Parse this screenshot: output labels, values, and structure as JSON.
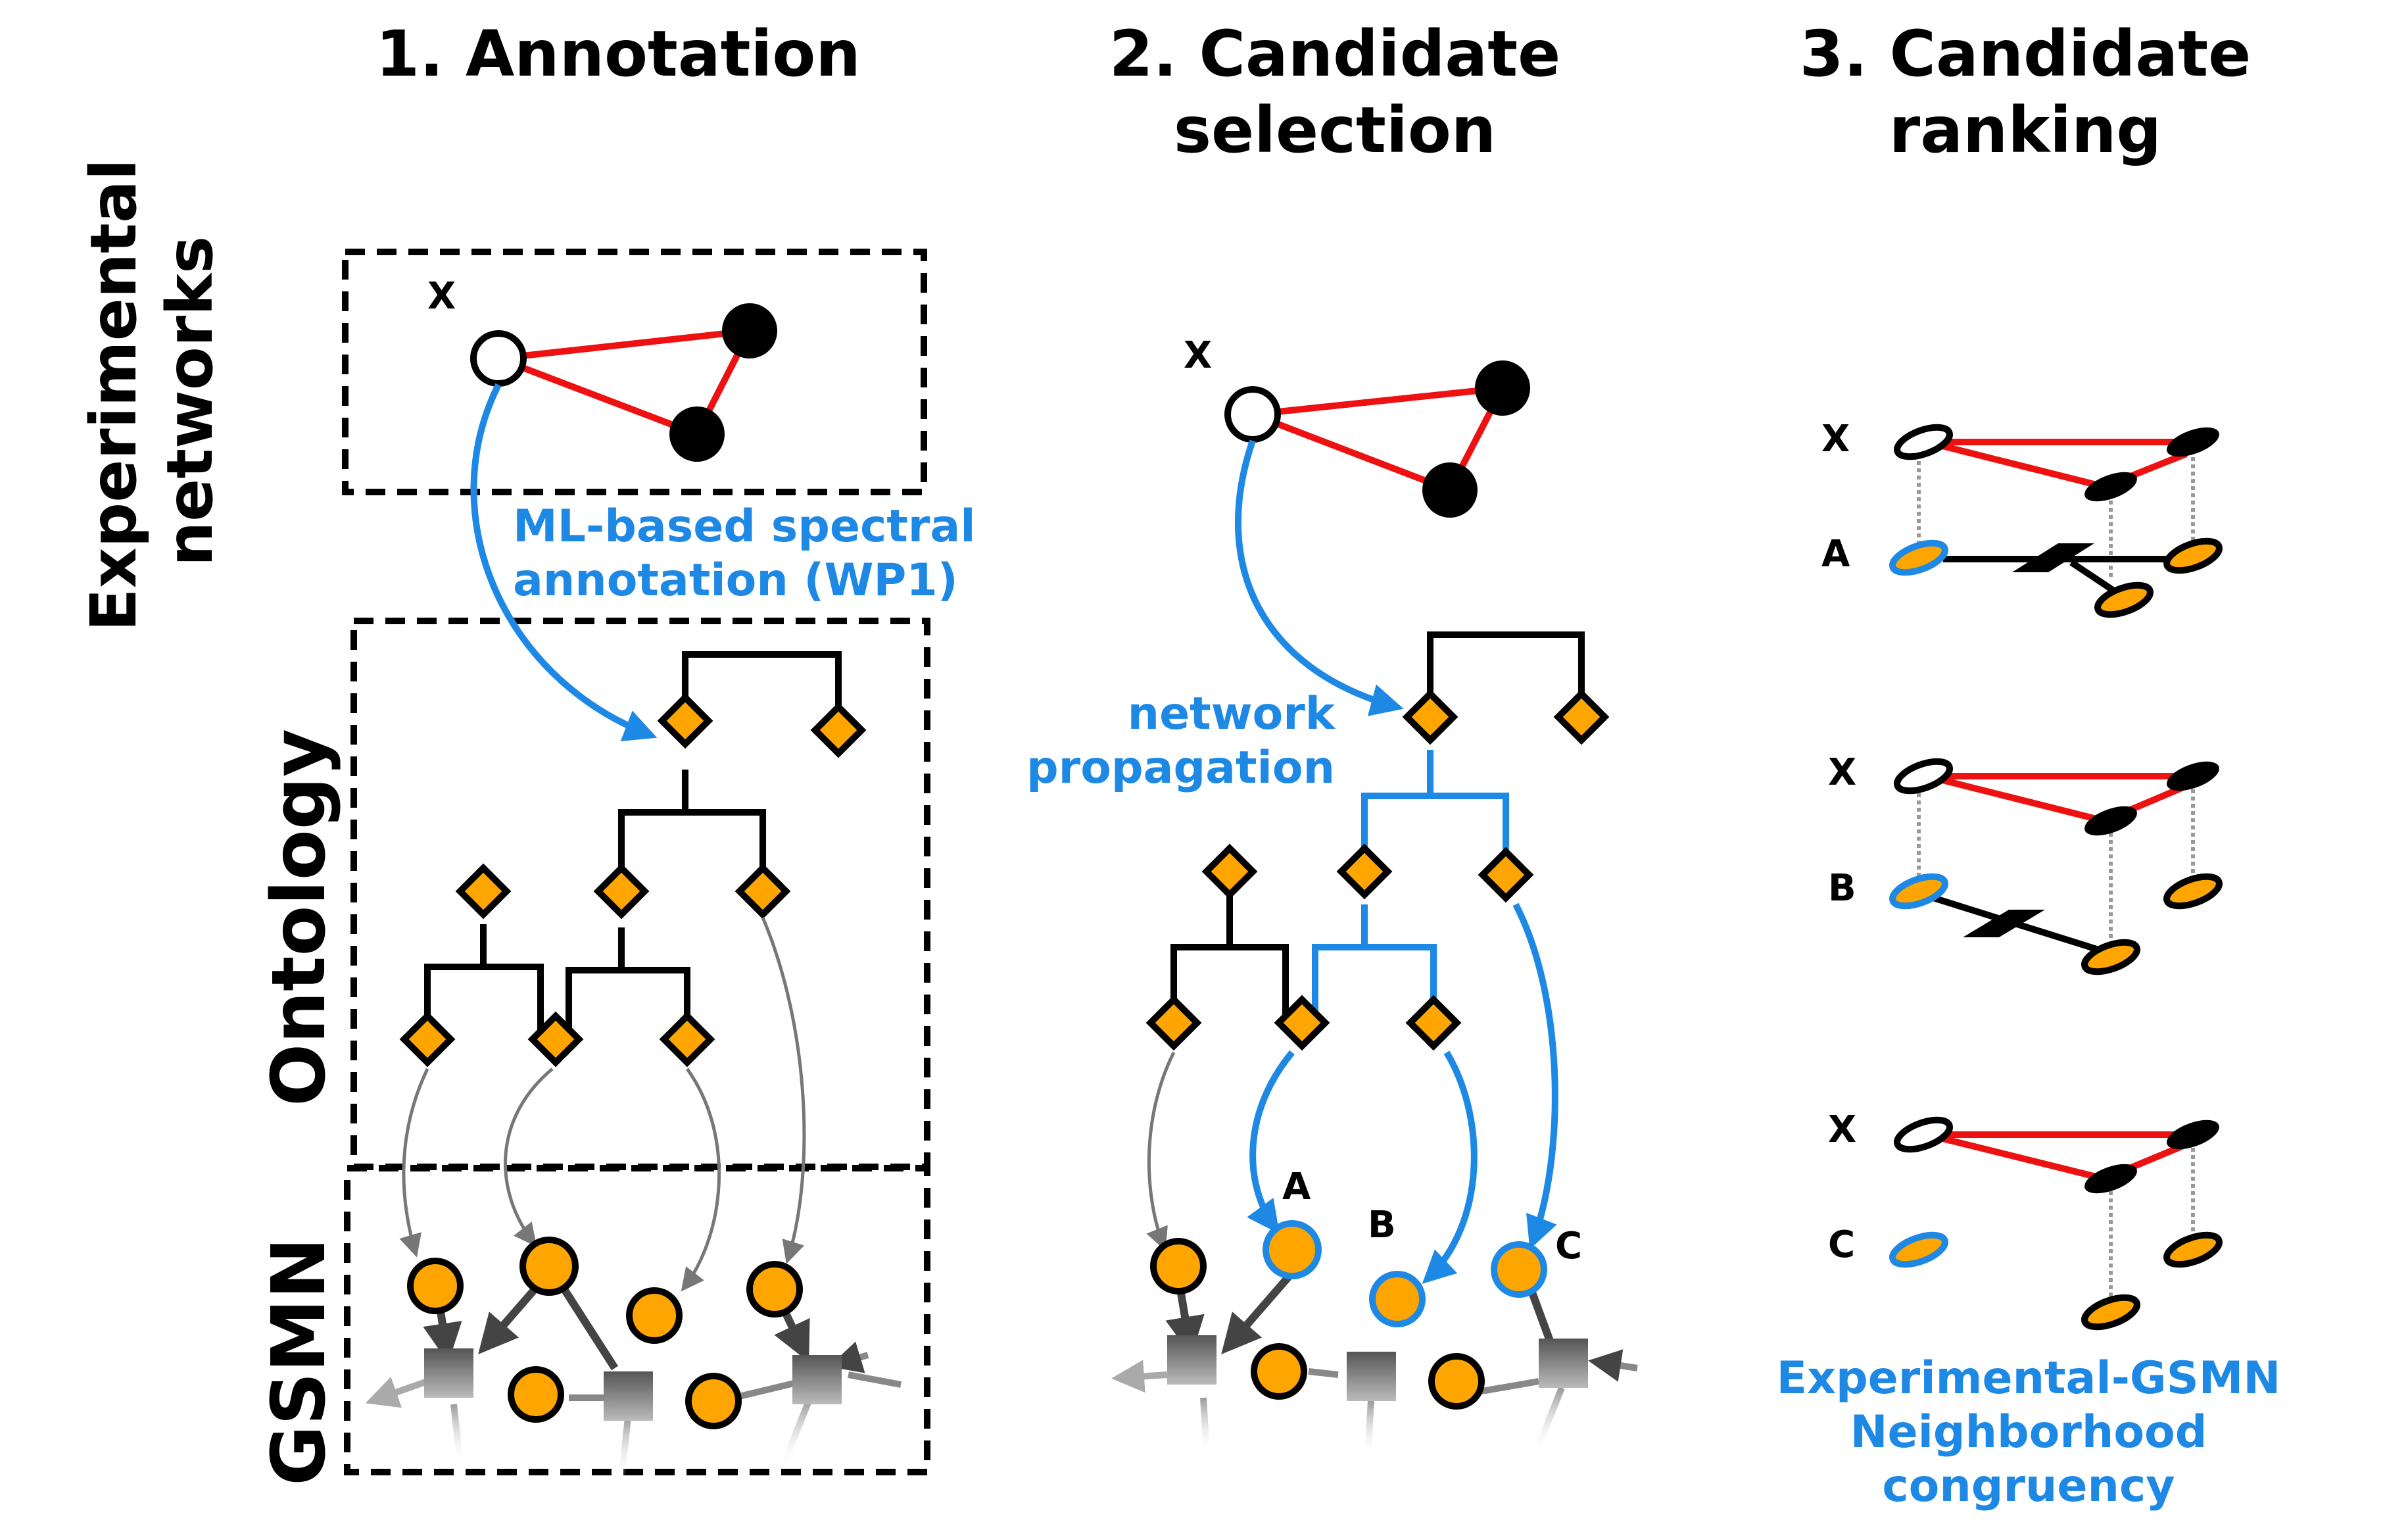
{
  "columns": {
    "annotation": "1. Annotation",
    "selection_line1": "2. Candidate",
    "selection_line2": "selection",
    "ranking_line1": "3. Candidate",
    "ranking_line2": "ranking"
  },
  "rows": {
    "experimental_line1": "Experimental",
    "experimental_line2": "networks",
    "ontology": "Ontology",
    "gsmn": "GSMN"
  },
  "labels": {
    "x": "X",
    "a": "A",
    "b": "B",
    "c": "C"
  },
  "annotations": {
    "ml_line1": "ML-based spectral",
    "ml_line2": "annotation (WP1)",
    "propagation_line1": "network",
    "propagation_line2": "propagation",
    "congruency_line1": "Experimental-GSMN",
    "congruency_line2": "Neighborhood",
    "congruency_line3": "congruency"
  },
  "colors": {
    "red_edge": "#ee1111",
    "orange_node": "#ffa500",
    "blue_highlight": "#1e88e5",
    "black": "#000000",
    "reaction_gray": "#777777"
  }
}
